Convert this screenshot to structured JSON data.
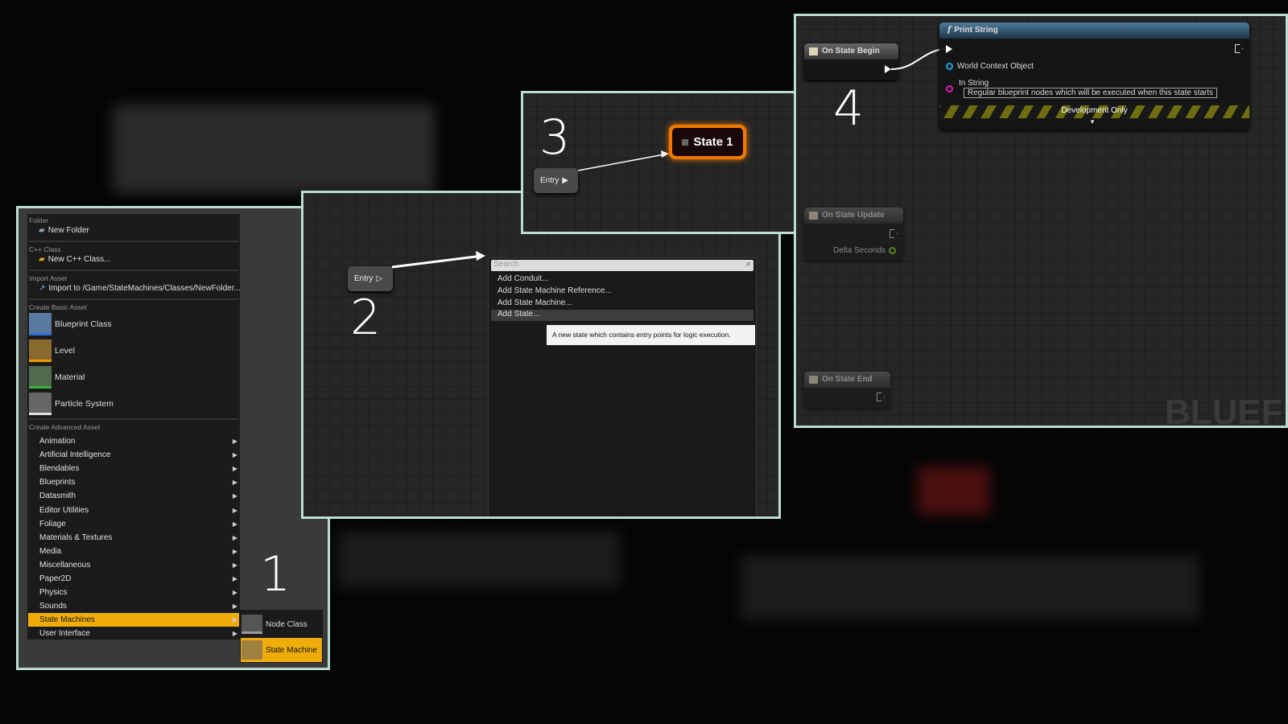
{
  "step_numbers": [
    "1",
    "2",
    "3",
    "4"
  ],
  "content_menu": {
    "sections": {
      "folder": "Folder",
      "new_folder": "New Folder",
      "cpp": "C++ Class",
      "new_cpp": "New C++ Class...",
      "import": "Import Asset",
      "import_to": "Import to /Game/StateMachines/Classes/NewFolder...",
      "basic": "Create Basic Asset",
      "advanced": "Create Advanced Asset"
    },
    "basic_assets": [
      {
        "label": "Blueprint Class",
        "color": "#2e6fd6"
      },
      {
        "label": "Level",
        "color": "#e89a00"
      },
      {
        "label": "Material",
        "color": "#3bb33b"
      },
      {
        "label": "Particle System",
        "color": "#e0e0e0"
      }
    ],
    "advanced_assets": [
      "Animation",
      "Artificial Intelligence",
      "Blendables",
      "Blueprints",
      "Datasmith",
      "Editor Utilities",
      "Foliage",
      "Materials & Textures",
      "Media",
      "Miscellaneous",
      "Paper2D",
      "Physics",
      "Sounds",
      "State Machines",
      "User Interface"
    ],
    "selected": "State Machines",
    "submenu": [
      "Node Class",
      "State Machine"
    ],
    "submenu_selected": "State Machine"
  },
  "graph2": {
    "entry": "Entry",
    "search_placeholder": "Search",
    "actions": [
      "Add Conduit...",
      "Add State Machine Reference...",
      "Add State Machine...",
      "Add State..."
    ],
    "highlighted": "Add State...",
    "tooltip": "A new state which contains entry points for logic execution."
  },
  "graph3": {
    "entry": "Entry",
    "state": "State 1",
    "state_color": "#f07a00"
  },
  "graph4": {
    "on_begin": "On State Begin",
    "print_string": "Print String",
    "world_context": "World Context Object",
    "in_string": "In String",
    "in_string_value": "Regular blueprint nodes which will be executed when this state starts",
    "dev_only": "Development Only",
    "on_update": "On State Update",
    "delta": "Delta Seconds",
    "on_end": "On State End",
    "watermark": "BLUEF"
  }
}
